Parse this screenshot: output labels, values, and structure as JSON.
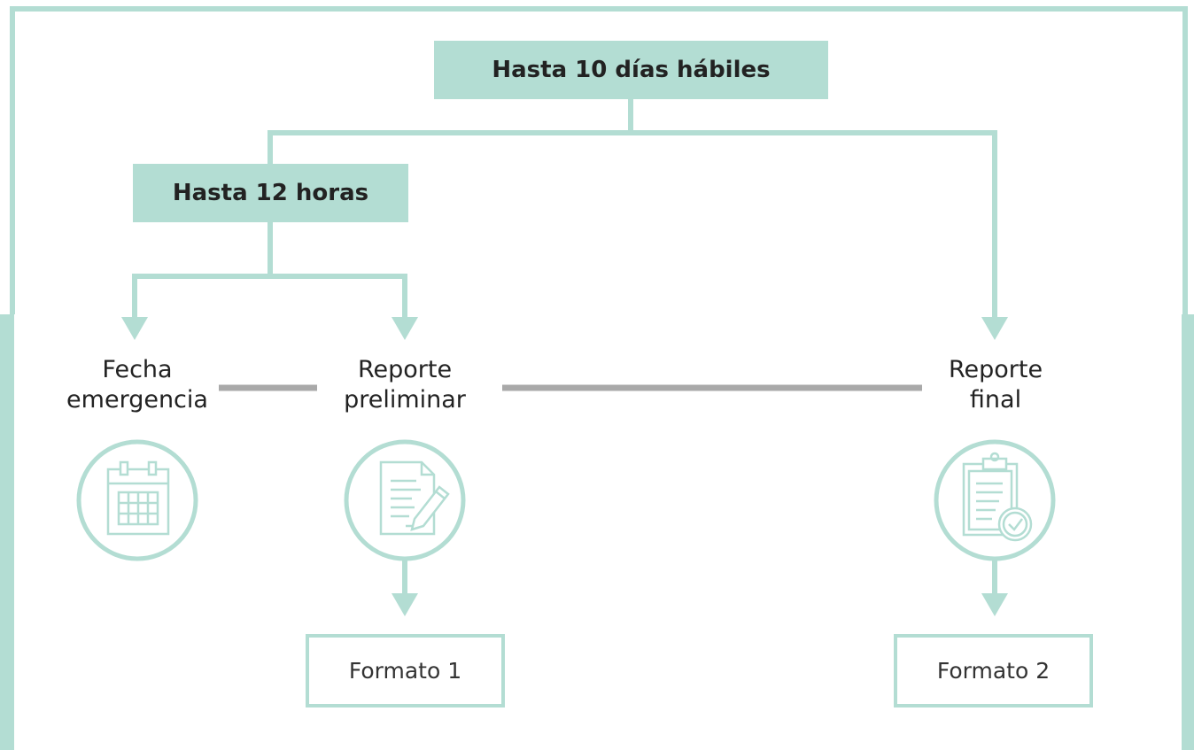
{
  "colors": {
    "accent": "#b3ddd3",
    "connector": "#a9a9a9",
    "text": "#222222"
  },
  "headers": {
    "top": "Hasta 10 días hábiles",
    "sub": "Hasta 12 horas"
  },
  "steps": [
    {
      "line1": "Fecha",
      "line2": "emergencia",
      "icon": "calendar-icon"
    },
    {
      "line1": "Reporte",
      "line2": "preliminar",
      "icon": "document-edit-icon"
    },
    {
      "line1": "Reporte",
      "line2": "final",
      "icon": "clipboard-check-icon"
    }
  ],
  "formats": {
    "first": "Formato 1",
    "second": "Formato 2"
  }
}
